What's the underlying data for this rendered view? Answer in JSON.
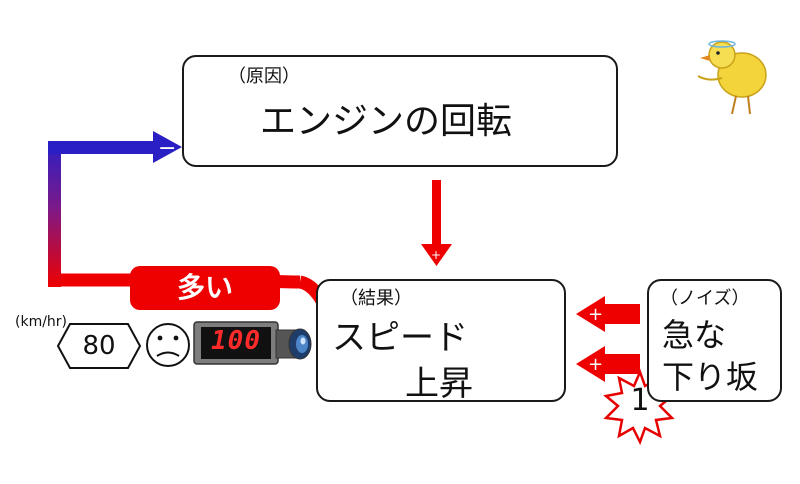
{
  "cause": {
    "tag": "（原因）",
    "text": "エンジンの回転"
  },
  "result": {
    "tag": "（結果）",
    "line1": "スピード",
    "line2": "上昇"
  },
  "noise": {
    "tag": "（ノイズ）",
    "line1": "急な",
    "line2": "下り坂",
    "marker": "1"
  },
  "feedback": {
    "label": "多い",
    "sign": "−"
  },
  "edge_signs": {
    "cause_to_result": "+",
    "noise_upper": "+",
    "noise_lower": "+"
  },
  "speedometer": {
    "unit": "(km/hr)",
    "limit": "80",
    "reading": "100"
  },
  "colors": {
    "red": "#ee0000",
    "blue": "#2a1fc4",
    "down_arrow": "#1a2fe0",
    "up_arrow": "#e60000"
  }
}
